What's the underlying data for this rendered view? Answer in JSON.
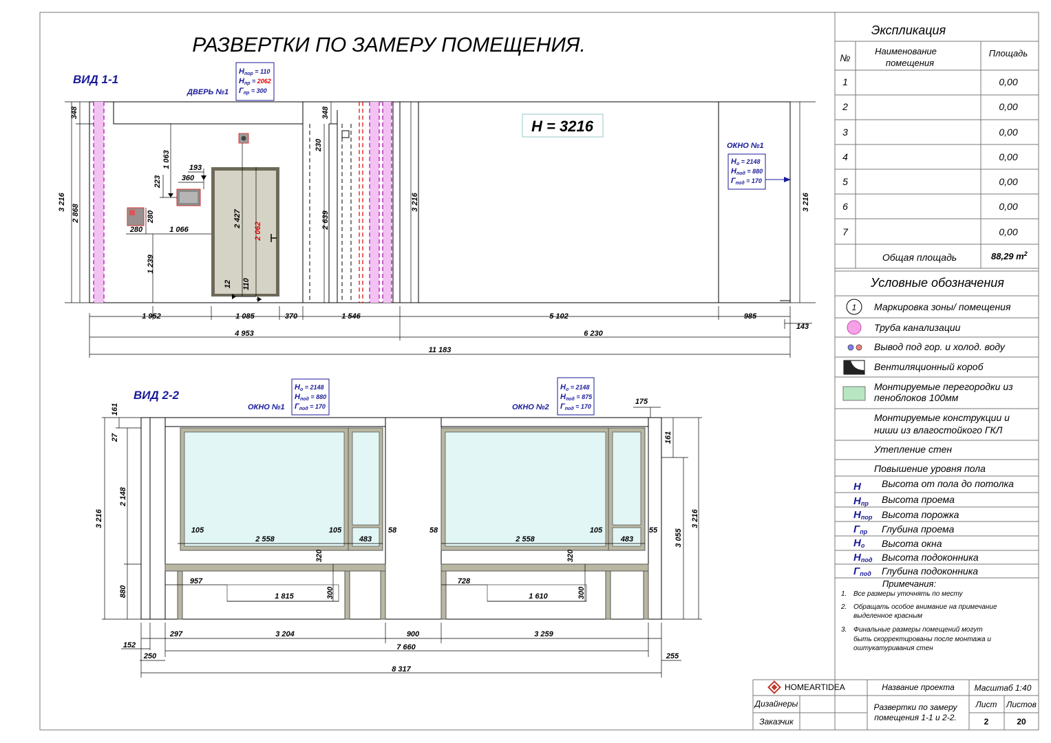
{
  "drawing": {
    "title": "РАЗВЕРТКИ ПО ЗАМЕРУ ПОМЕЩЕНИЯ.",
    "view1": {
      "label": "ВИД 1-1",
      "height_badge": "H = 3216",
      "door": {
        "label": "ДВЕРЬ №1",
        "lines": [
          {
            "sym": "Н",
            "sub": "пор",
            "eq": "= ",
            "val": "110"
          },
          {
            "sym": "Н",
            "sub": "пр",
            "eq": "= ",
            "val": "2062"
          },
          {
            "sym": "Г",
            "sub": "пр",
            "eq": "= ",
            "val": "300"
          }
        ]
      },
      "window": {
        "label": "ОКНО №1",
        "lines": [
          {
            "sym": "Н",
            "sub": "о",
            "eq": "= ",
            "val": "2148"
          },
          {
            "sym": "Н",
            "sub": "под",
            "eq": "= ",
            "val": "880"
          },
          {
            "sym": "Г",
            "sub": "под",
            "eq": "= ",
            "val": "170"
          }
        ]
      },
      "dims": {
        "d348a": "348",
        "d2868": "2 868",
        "d3216a": "3 216",
        "d1063": "1 063",
        "d193": "193",
        "d360": "360",
        "d223": "223",
        "d280a": "280",
        "d280b": "280",
        "d1066": "1 066",
        "d1239": "1 239",
        "d2427": "2 427",
        "d2062": "2 062",
        "d12": "12",
        "d110": "110",
        "d348b": "348",
        "d230": "230",
        "d2639": "2 639",
        "d3216b": "3 216",
        "d3216c": "3 216",
        "d1952": "1 952",
        "d1085": "1 085",
        "d370": "370",
        "d1546": "1 546",
        "d5102": "5 102",
        "d985": "985",
        "d143": "143",
        "d4953": "4 953",
        "d6230": "6 230",
        "d11183": "11 183"
      }
    },
    "view2": {
      "label": "ВИД 2-2",
      "window1": {
        "label": "ОКНО №1",
        "lines": [
          {
            "sym": "Н",
            "sub": "о",
            "eq": "= ",
            "val": "2148"
          },
          {
            "sym": "Н",
            "sub": "под",
            "eq": "= ",
            "val": "880"
          },
          {
            "sym": "Г",
            "sub": "под",
            "eq": "= ",
            "val": "170"
          }
        ]
      },
      "window2": {
        "label": "ОКНО №2",
        "lines": [
          {
            "sym": "Н",
            "sub": "о",
            "eq": "= ",
            "val": "2148"
          },
          {
            "sym": "Н",
            "sub": "под",
            "eq": "= ",
            "val": "875"
          },
          {
            "sym": "Г",
            "sub": "под",
            "eq": "= ",
            "val": "170"
          }
        ]
      },
      "dims": {
        "d161a": "161",
        "d27": "27",
        "d2148": "2 148",
        "d3216a": "3 216",
        "d880": "880",
        "d105a": "105",
        "d2558a": "2 558",
        "d105b": "105",
        "d483a": "483",
        "d58a": "58",
        "d58b": "58",
        "d2558b": "2 558",
        "d105c": "105",
        "d483b": "483",
        "d55": "55",
        "d175": "175",
        "d161b": "161",
        "d3055": "3 055",
        "d3216b": "3 216",
        "d320a": "320",
        "d320b": "320",
        "d957": "957",
        "d1815": "1 815",
        "d300a": "300",
        "d728": "728",
        "d1610": "1 610",
        "d300b": "300",
        "d297": "297",
        "d3204": "3 204",
        "d900": "900",
        "d3259": "3 259",
        "d152": "152",
        "d7660": "7 660",
        "d250": "250",
        "d255": "255",
        "d8317": "8 317"
      }
    }
  },
  "panel": {
    "explication": {
      "title": "Экспликация",
      "col_no": "№",
      "col_name_1": "Наименование",
      "col_name_2": "помещения",
      "col_area": "Площадь",
      "rows": [
        {
          "no": "1",
          "area": "0,00"
        },
        {
          "no": "2",
          "area": "0,00"
        },
        {
          "no": "3",
          "area": "0,00"
        },
        {
          "no": "4",
          "area": "0,00"
        },
        {
          "no": "5",
          "area": "0,00"
        },
        {
          "no": "6",
          "area": "0,00"
        },
        {
          "no": "7",
          "area": "0,00"
        }
      ],
      "total_label": "Общая площадь",
      "total_value": "88,29 m",
      "total_sup": "2"
    },
    "legend": {
      "title": "Условные обозначения",
      "marker_num": "1",
      "items": [
        "Маркировка зоны/ помещения",
        "Труба канализации",
        "Вывод под гор. и холод. воду",
        "Вентиляционный короб",
        "Монтируемые перегородки из",
        "пеноблоков 100мм",
        "Монтируемые конструкции и",
        "ниши из влагостойкого ГКЛ",
        "Утепление стен",
        "Повышение уровня пола"
      ],
      "colors": {
        "pipe": "#f7a1e6",
        "water_hot": "#f08080",
        "water_cold": "#8080f0",
        "blocks": "#b8e6c2"
      },
      "abbr": [
        {
          "sym": "Н",
          "sub": "",
          "text": "Высота от пола до потолка"
        },
        {
          "sym": "Н",
          "sub": "пр",
          "text": "Высота проема"
        },
        {
          "sym": "Н",
          "sub": "пор",
          "text": "Высота порожка"
        },
        {
          "sym": "Г",
          "sub": "пр",
          "text": "Глубина проема"
        },
        {
          "sym": "Н",
          "sub": "о",
          "text": "Высота окна"
        },
        {
          "sym": "Н",
          "sub": "под",
          "text": "Высота подоконника"
        },
        {
          "sym": "Г",
          "sub": "под",
          "text": "Глубина подоконника"
        }
      ]
    },
    "notes": {
      "title": "Примечания:",
      "items": [
        {
          "n": "1.",
          "lines": [
            "Все размеры уточнять по месту"
          ]
        },
        {
          "n": "2.",
          "lines": [
            "Обращать особое внимание на примечание",
            "выделенное красным"
          ]
        },
        {
          "n": "3.",
          "lines": [
            "Финальные размеры помещений могут",
            "быть скорректированы после монтажа и",
            "оштукатуривания стен"
          ]
        }
      ]
    }
  },
  "title_block": {
    "company": "HOMEARTIDEA",
    "project_label": "Название проекта",
    "scale": "Масштаб 1:40",
    "designers": "Дизайнеры",
    "customer": "Заказчик",
    "desc_1": "Развертки по замеру",
    "desc_2": "помещения 1-1 и 2-2.",
    "sheet_label": "Лист",
    "sheets_label": "Листов",
    "sheet": "2",
    "sheets": "20"
  },
  "colors": {
    "accent_blue": "#1a1a9a",
    "alert_red": "#e00000",
    "glass": "#e2f6f6",
    "frame": "#b9b7a2",
    "door": "#d5d3c5"
  }
}
